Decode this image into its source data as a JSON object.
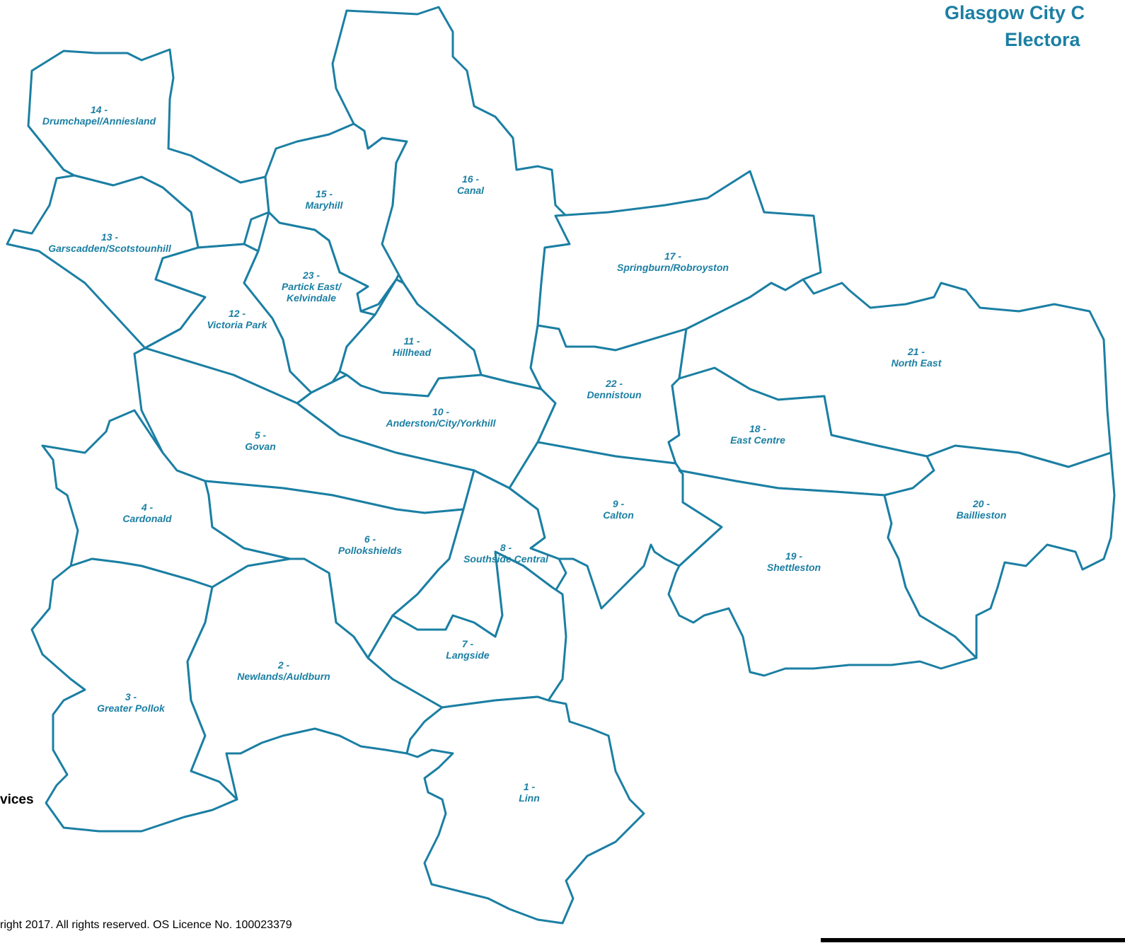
{
  "title_line1": "Glasgow City C",
  "title_line2": "Electora",
  "department_fragment": "vices",
  "copyright_fragment": "right 2017. All rights reserved. OS Licence No. 100023379",
  "colors": {
    "boundary": "#1b7fa3",
    "label": "#1b7fa3",
    "fill": "#ffffff"
  },
  "wards": [
    {
      "id": "ward-1",
      "number": "1 -",
      "name": "Linn"
    },
    {
      "id": "ward-2",
      "number": "2 -",
      "name": "Newlands/Auldburn"
    },
    {
      "id": "ward-3",
      "number": "3 -",
      "name": "Greater Pollok"
    },
    {
      "id": "ward-4",
      "number": "4 -",
      "name": "Cardonald"
    },
    {
      "id": "ward-5",
      "number": "5 -",
      "name": "Govan"
    },
    {
      "id": "ward-6",
      "number": "6 -",
      "name": "Pollokshields"
    },
    {
      "id": "ward-7",
      "number": "7 -",
      "name": "Langside"
    },
    {
      "id": "ward-8",
      "number": "8 -",
      "name": "Southside Central"
    },
    {
      "id": "ward-9",
      "number": "9 -",
      "name": "Calton"
    },
    {
      "id": "ward-10",
      "number": "10 -",
      "name": "Anderston/City/Yorkhill"
    },
    {
      "id": "ward-11",
      "number": "11 -",
      "name": "Hillhead"
    },
    {
      "id": "ward-12",
      "number": "12 -",
      "name": "Victoria Park"
    },
    {
      "id": "ward-13",
      "number": "13 -",
      "name": "Garscadden/Scotstounhill"
    },
    {
      "id": "ward-14",
      "number": "14 -",
      "name": "Drumchapel/Anniesland"
    },
    {
      "id": "ward-15",
      "number": "15 -",
      "name": "Maryhill"
    },
    {
      "id": "ward-16",
      "number": "16 -",
      "name": "Canal"
    },
    {
      "id": "ward-17",
      "number": "17 -",
      "name": "Springburn/Robroyston"
    },
    {
      "id": "ward-18",
      "number": "18 -",
      "name": "East Centre"
    },
    {
      "id": "ward-19",
      "number": "19 -",
      "name": "Shettleston"
    },
    {
      "id": "ward-20",
      "number": "20 -",
      "name": "Baillieston"
    },
    {
      "id": "ward-21",
      "number": "21 -",
      "name": "North East"
    },
    {
      "id": "ward-22",
      "number": "22 -",
      "name": "Dennistoun"
    },
    {
      "id": "ward-23",
      "number": "23 -",
      "name": "Partick East/",
      "name2": "Kelvindale"
    }
  ]
}
